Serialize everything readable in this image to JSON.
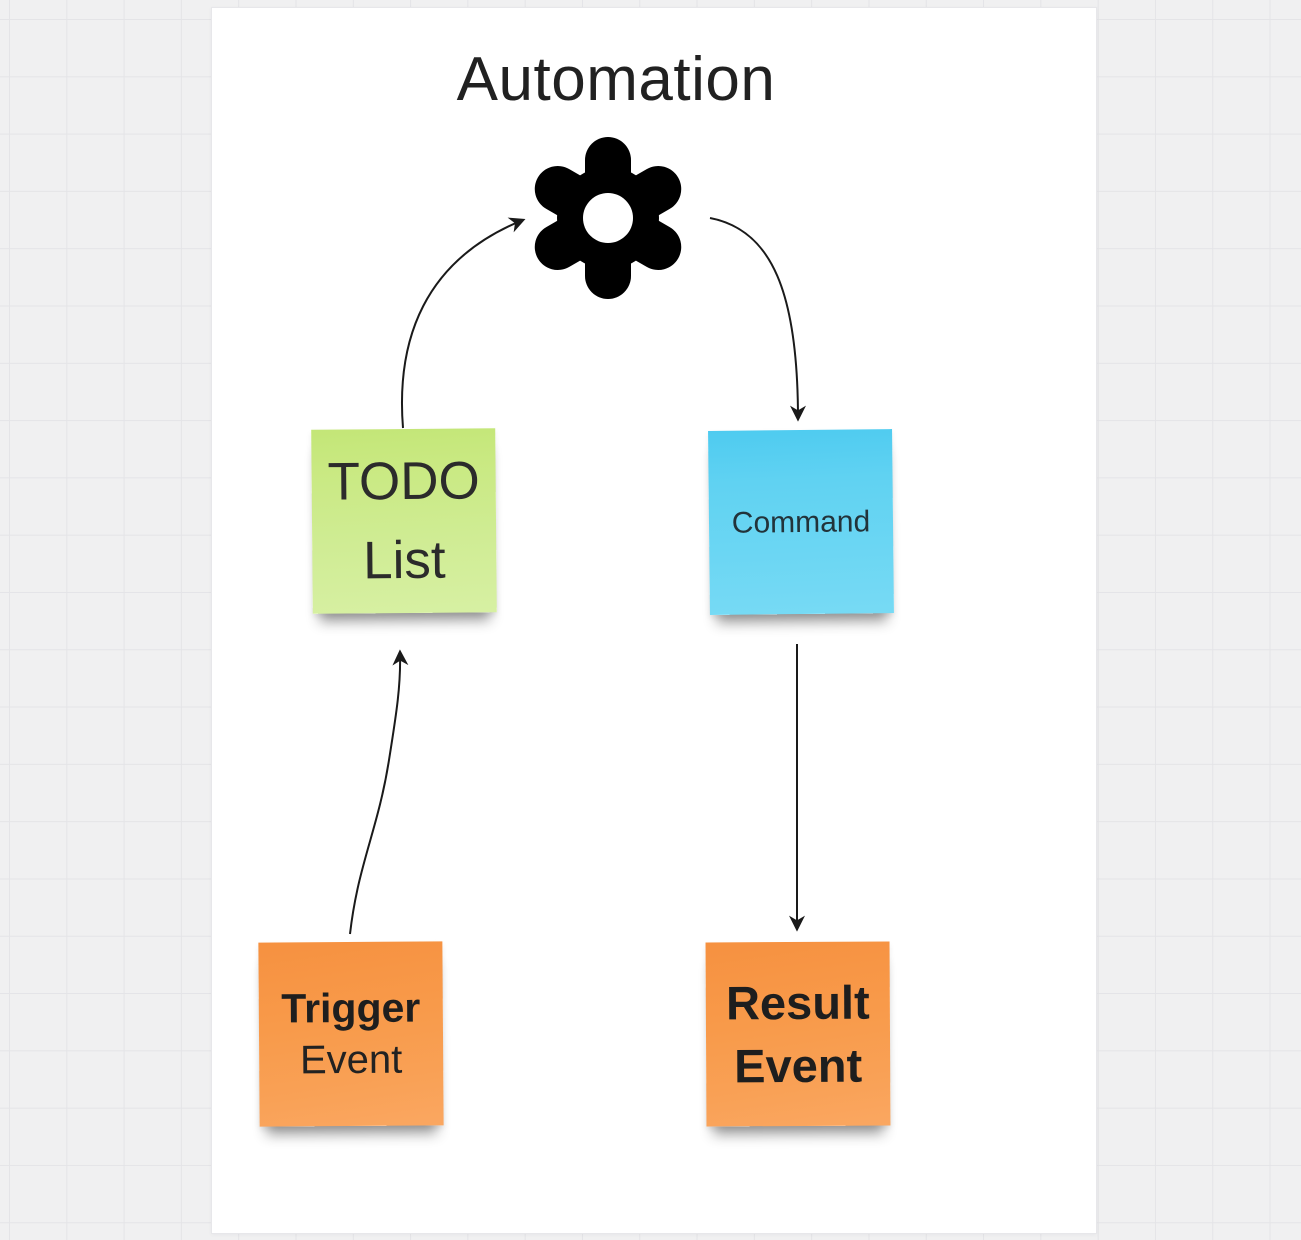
{
  "board": {
    "title": "Automation",
    "background_color": "#f0f0f1",
    "grid_line_color": "#e4e4e7",
    "frame_color": "#ffffff",
    "arrow_color": "#1a1a1a",
    "gear_color": "#000000"
  },
  "notes": {
    "todo": {
      "line1": "TODO",
      "line2": "List",
      "color": "#cdeb8d",
      "text_color": "#2b2b2b"
    },
    "command": {
      "line1": "Command",
      "color": "#63d3f2",
      "text_color": "#22333a"
    },
    "trigger": {
      "line1": "Trigger",
      "line2": "Event",
      "color": "#f89b4b",
      "text_color": "#1e1e1e"
    },
    "result": {
      "line1": "Result",
      "line2": "Event",
      "color": "#f89b4b",
      "text_color": "#1e1e1e"
    }
  },
  "connections": [
    {
      "from": "todo-note",
      "to": "gear-icon"
    },
    {
      "from": "gear-icon",
      "to": "command-note"
    },
    {
      "from": "trigger-note",
      "to": "todo-note"
    },
    {
      "from": "command-note",
      "to": "result-note"
    }
  ]
}
